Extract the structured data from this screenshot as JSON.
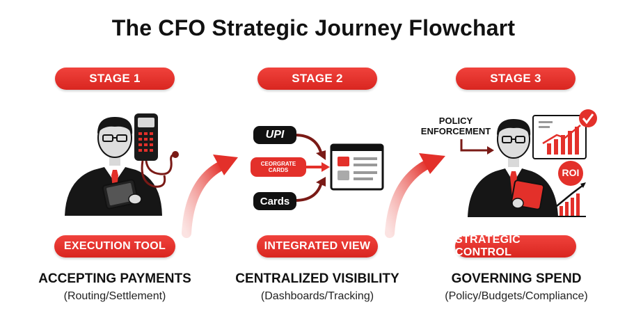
{
  "title": "The CFO Strategic Journey Flowchart",
  "stages": [
    {
      "label": "STAGE 1",
      "tool": "EXECUTION TOOL",
      "heading": "ACCEPTING PAYMENTS",
      "sub": "(Routing/Settlement)"
    },
    {
      "label": "STAGE 2",
      "tool": "INTEGRATED VIEW",
      "heading": "CENTRALIZED VISIBILITY",
      "sub": "(Dashboards/Tracking)",
      "inputs": [
        "UPI",
        "CEORGRATE CARDS",
        "Cards"
      ]
    },
    {
      "label": "STAGE 3",
      "tool": "STRATEGIC CONTROL",
      "heading": "GOVERNING SPEND",
      "sub": "(Policy/Budgets/Compliance)",
      "policy_label": "POLICY ENFORCEMENT",
      "roi_label": "ROI"
    }
  ],
  "colors": {
    "accent": "#e3302a",
    "dark": "#111111"
  },
  "icons": [
    "cfo-figure-icon",
    "payment-terminal-icon",
    "dashboard-icon",
    "growth-chart-icon",
    "checkmark-icon",
    "curved-arrow-icon"
  ]
}
